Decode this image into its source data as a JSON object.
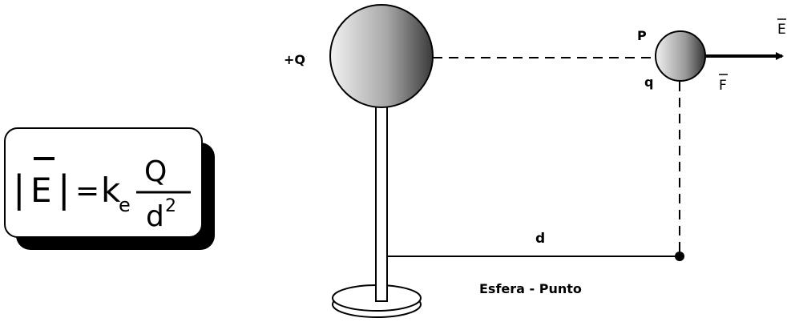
{
  "formula": {
    "lhs_bar_open": "|",
    "lhs_symbol": "E",
    "lhs_bar_close": "|",
    "equals": "=",
    "constant": "k",
    "constant_subscript": "e",
    "numerator": "Q",
    "denominator_base": "d",
    "denominator_exponent": "2"
  },
  "labels": {
    "source_charge": "+Q",
    "point": "P",
    "test_charge": "q",
    "field_vector": "E",
    "force_vector": "F",
    "distance": "d",
    "caption": "Esfera - Punto"
  },
  "colors": {
    "ink": "#000000",
    "sphere_light": "#f2f2f2",
    "sphere_mid": "#a8a8a8",
    "sphere_dark": "#3a3a3a"
  }
}
